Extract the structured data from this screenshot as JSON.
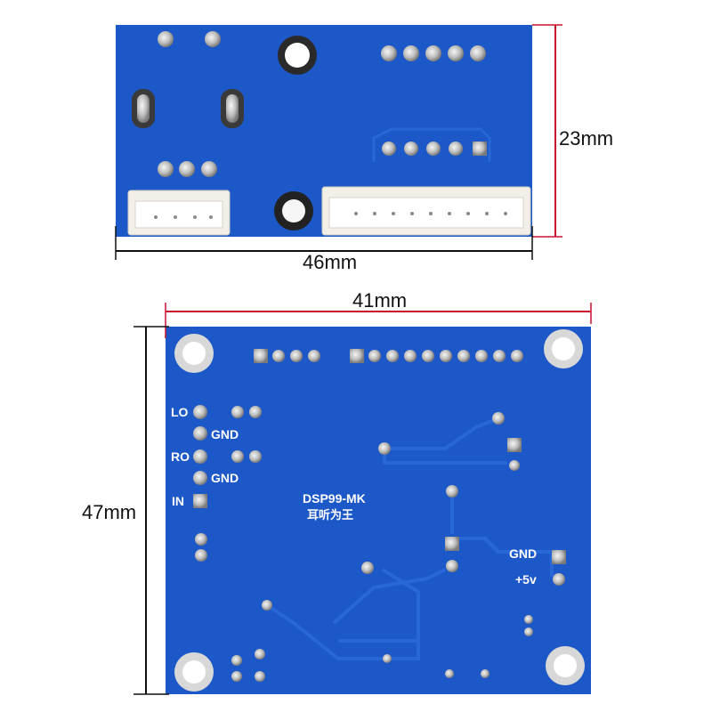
{
  "top_board": {
    "width_label": "46mm",
    "height_label": "23mm"
  },
  "bottom_board": {
    "width_label": "41mm",
    "height_label": "47mm",
    "model": "DSP99-MK",
    "subtitle": "耳听为王",
    "labels": {
      "lo": "LO",
      "gnd1": "GND",
      "ro": "RO",
      "gnd2": "GND",
      "in": "IN",
      "gnd3": "GND",
      "v5": "+5v"
    }
  },
  "colors": {
    "pcb": "#1d58c8",
    "pcb_dark": "#133f99",
    "trace": "#2767d8",
    "dimension_line": "#c8102e",
    "connector": "#f1efe8",
    "solder": "#c9c9c9"
  }
}
